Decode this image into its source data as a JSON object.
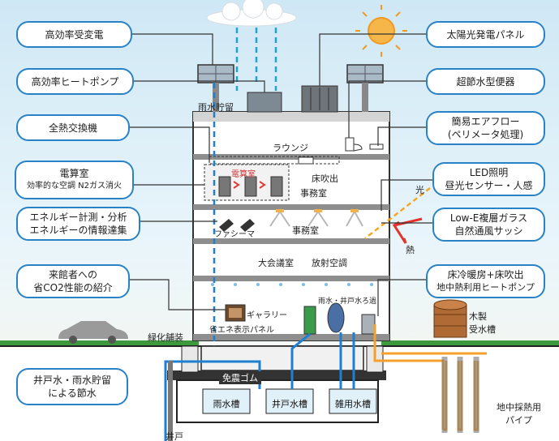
{
  "left_boxes": [
    "高効率受変電",
    "高効率ヒートポンプ",
    "全熱交換機",
    [
      "電算室",
      "効率的な空調 N2ガス消火"
    ],
    [
      "エネルギー計測・分析",
      "エネルギーの情報達集"
    ],
    [
      "来館者への",
      "省CO2性能の紹介"
    ],
    [
      "井戸水・雨水貯留",
      "による節水"
    ]
  ],
  "right_boxes": [
    "太陽光発電パネル",
    "超節水型便器",
    [
      "簡易エアフロー",
      "(ペリメータ処理)"
    ],
    [
      "LED照明",
      "昼光センサー・人感"
    ],
    [
      "Low-E複層ガラス",
      "自然通風サッシ"
    ],
    [
      "床冷暖房+床吹出",
      "地中熱利用ヒートポンプ"
    ]
  ],
  "building_labels": {
    "rain_storage": "雨水貯留",
    "lounge": "ラウンジ",
    "computer_room": "電算室",
    "floor_outlet": "床吹出",
    "office_upper": "事務室",
    "office_lower": "事務室",
    "facsimile": "ファシーマ",
    "assembly": "大会議室",
    "radiant": "放射空調",
    "gallery": "ギャラリー",
    "panel": "省エネ表示パネル",
    "water_pump": "雨水・井戸水ろ過",
    "light": "光",
    "heat": "熱"
  },
  "ground_labels": {
    "greening": "緑化舗装",
    "seismic": "免震ゴム",
    "well": "井戸",
    "wooden_tank": [
      "木製",
      "受水槽"
    ],
    "geo_pipe": [
      "地中採熱用",
      "パイプ"
    ]
  },
  "tanks": [
    "雨水槽",
    "井戸水槽",
    "雑用水槽"
  ]
}
